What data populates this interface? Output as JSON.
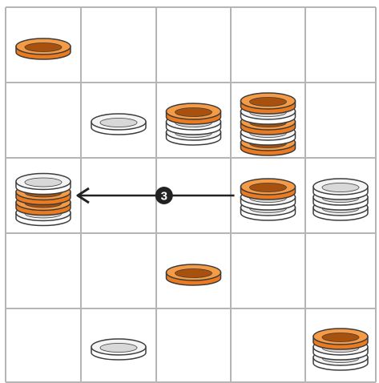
{
  "board": {
    "rows": 5,
    "cols": 5,
    "colors": {
      "grid_line": "#b5b5b5",
      "cell_bg": "#ffffff",
      "orange": "#ec7a1f",
      "orange_dark": "#a8500e",
      "orange_rim": "#f59a45",
      "white": "#ffffff",
      "white_shade": "#d8d8d8",
      "outline": "#3b3b3b",
      "arrow": "#222222"
    },
    "stacks": [
      {
        "row": 0,
        "col": 0,
        "discs": [
          "orange"
        ]
      },
      {
        "row": 1,
        "col": 1,
        "discs": [
          "white"
        ]
      },
      {
        "row": 1,
        "col": 2,
        "discs": [
          "white",
          "white",
          "orange"
        ]
      },
      {
        "row": 1,
        "col": 3,
        "discs": [
          "orange",
          "white",
          "orange",
          "white",
          "orange"
        ]
      },
      {
        "row": 2,
        "col": 0,
        "discs": [
          "white",
          "orange",
          "orange",
          "white"
        ]
      },
      {
        "row": 2,
        "col": 3,
        "discs": [
          "white",
          "white",
          "orange"
        ]
      },
      {
        "row": 2,
        "col": 4,
        "discs": [
          "white",
          "white",
          "white"
        ]
      },
      {
        "row": 3,
        "col": 2,
        "discs": [
          "orange"
        ]
      },
      {
        "row": 4,
        "col": 1,
        "discs": [
          "white"
        ]
      },
      {
        "row": 4,
        "col": 4,
        "discs": [
          "white",
          "white",
          "orange"
        ]
      }
    ],
    "move": {
      "from": {
        "row": 2,
        "col": 3
      },
      "to": {
        "row": 2,
        "col": 0
      },
      "label": "3",
      "icon": "arrow-left-icon"
    }
  }
}
